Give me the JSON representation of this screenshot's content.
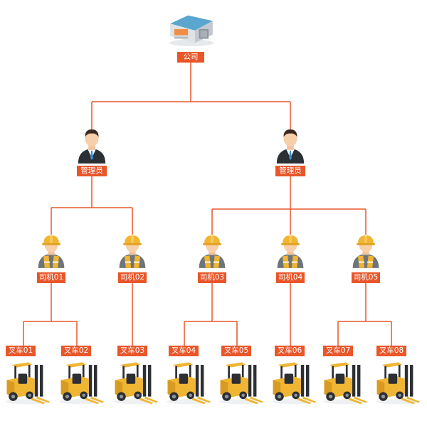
{
  "diagram": {
    "line_color": "#e8562a",
    "label_color": "#e8562a",
    "company": {
      "label": "公司",
      "icon": "warehouse-icon"
    },
    "managers": [
      {
        "label": "管理员",
        "icon": "manager-icon"
      },
      {
        "label": "管理员",
        "icon": "manager-icon"
      }
    ],
    "drivers": [
      {
        "label": "司机01",
        "icon": "worker-icon"
      },
      {
        "label": "司机02",
        "icon": "worker-icon"
      },
      {
        "label": "司机03",
        "icon": "worker-icon"
      },
      {
        "label": "司机04",
        "icon": "worker-icon"
      },
      {
        "label": "司机05",
        "icon": "worker-icon"
      }
    ],
    "forklifts": [
      {
        "label": "叉车01",
        "icon": "forklift-icon"
      },
      {
        "label": "叉车02",
        "icon": "forklift-icon"
      },
      {
        "label": "叉车03",
        "icon": "forklift-icon"
      },
      {
        "label": "叉车04",
        "icon": "forklift-icon"
      },
      {
        "label": "叉车05",
        "icon": "forklift-icon"
      },
      {
        "label": "叉车06",
        "icon": "forklift-icon"
      },
      {
        "label": "叉车07",
        "icon": "forklift-icon"
      },
      {
        "label": "叉车08",
        "icon": "forklift-icon"
      }
    ]
  }
}
